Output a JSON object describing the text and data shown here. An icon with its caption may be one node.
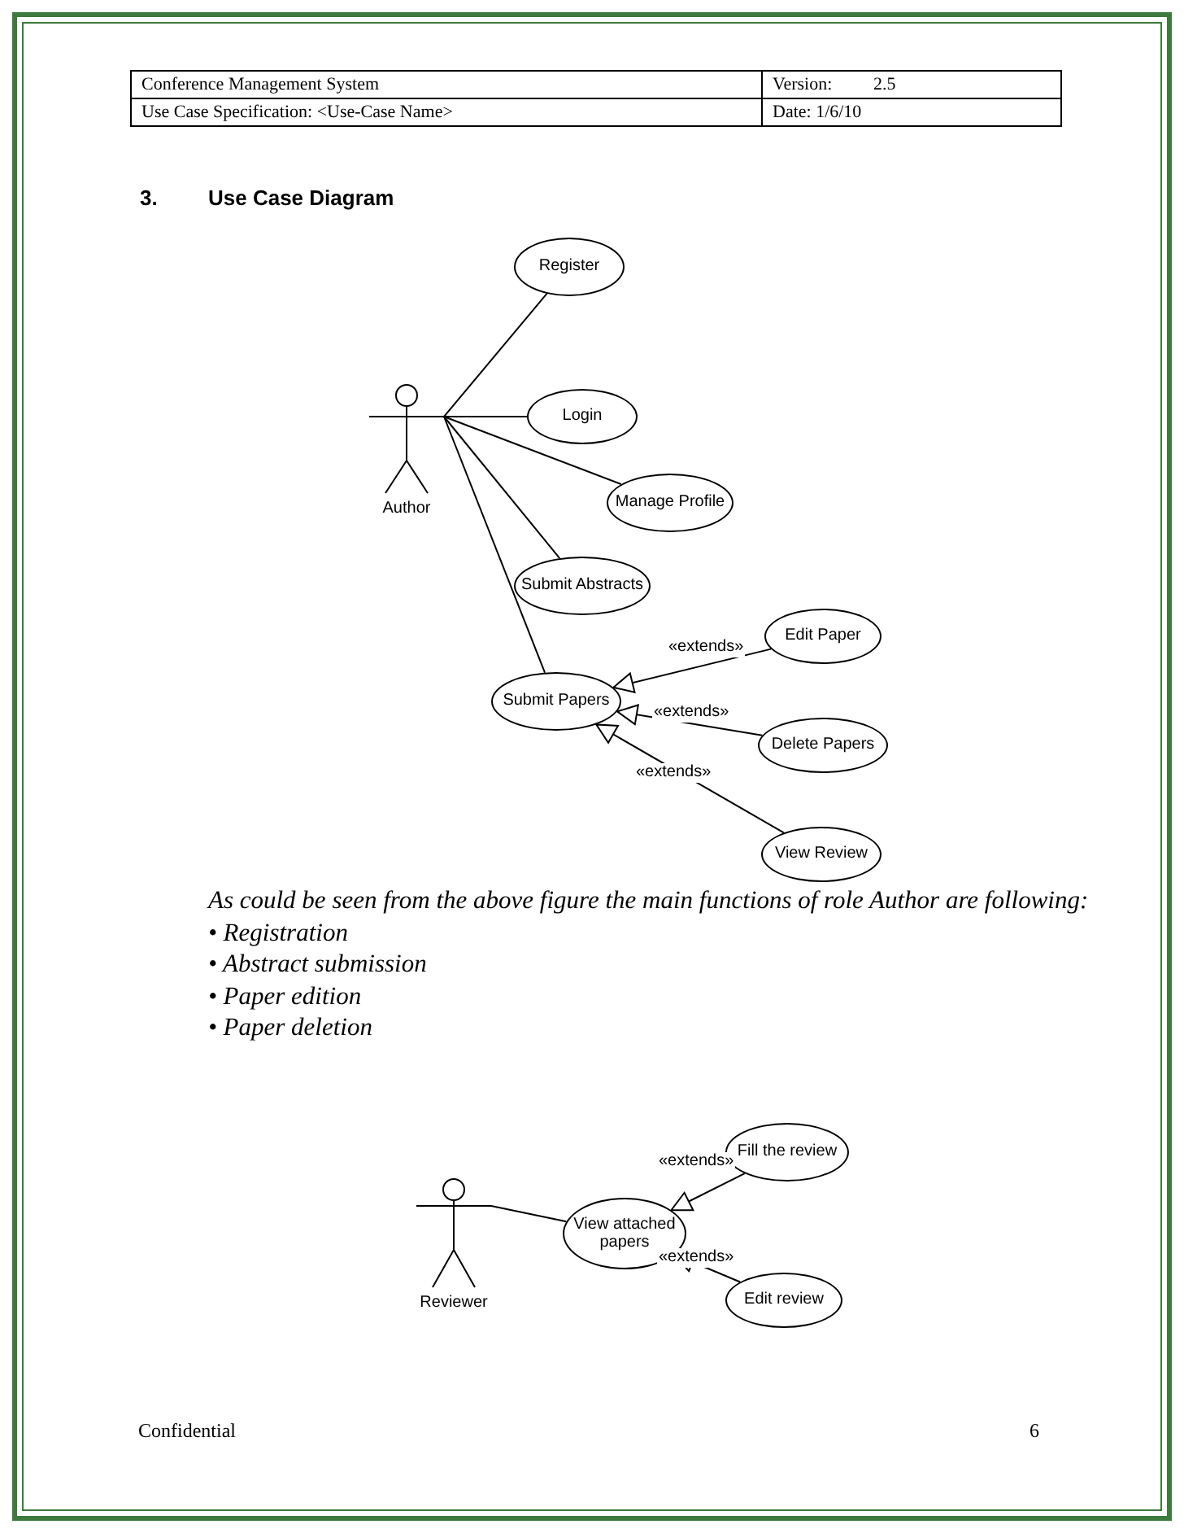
{
  "diagram": {
    "title": "Use Case Diagram",
    "nodes": [
      {
        "text": [
          "Author"
        ]
      },
      {
        "text": [
          "Register"
        ]
      },
      {
        "text": [
          "Login"
        ]
      },
      {
        "text": [
          "Manage Profile"
        ]
      },
      {
        "text": [
          "Submit Abstracts"
        ]
      },
      {
        "text": [
          "Submit Papers"
        ]
      },
      {
        "text": [
          "Edit Paper"
        ]
      },
      {
        "text": [
          "Delete Papers"
        ]
      },
      {
        "text": [
          "View Review"
        ]
      },
      {
        "text": [
          "Reviewer"
        ]
      },
      {
        "text": [
          "View attached papers"
        ]
      },
      {
        "text": [
          "Fill the review"
        ]
      },
      {
        "text": [
          "Edit review"
        ]
      }
    ],
    "edges": [
      {
        "from": 0,
        "to": 1,
        "arrow": "none"
      },
      {
        "from": 0,
        "to": 2,
        "arrow": "none"
      },
      {
        "from": 0,
        "to": 3,
        "arrow": "none"
      },
      {
        "from": 0,
        "to": 4,
        "arrow": "none"
      },
      {
        "from": 0,
        "to": 5,
        "arrow": "none"
      },
      {
        "from": 6,
        "to": 5,
        "arrow": "to",
        "label": "«extends»"
      },
      {
        "from": 7,
        "to": 5,
        "arrow": "to",
        "label": "«extends»"
      },
      {
        "from": 8,
        "to": 5,
        "arrow": "to",
        "label": "«extends»"
      },
      {
        "from": 9,
        "to": 10,
        "arrow": "none"
      },
      {
        "from": 11,
        "to": 10,
        "arrow": "to",
        "label": "«extends»"
      },
      {
        "from": 12,
        "to": 10,
        "arrow": "to",
        "label": "«extends»"
      }
    ],
    "labels": [
      "Conference Management System",
      "Version:",
      "2.5",
      "Use Case Specification: <Use-Case Name>",
      "Date:  1/6/10",
      "3.",
      "As could be seen from the above figure the main functions of role Author are following:",
      "• Registration",
      "• Abstract submission",
      "• Paper edition",
      "• Paper deletion",
      "Confidential",
      "6"
    ]
  }
}
